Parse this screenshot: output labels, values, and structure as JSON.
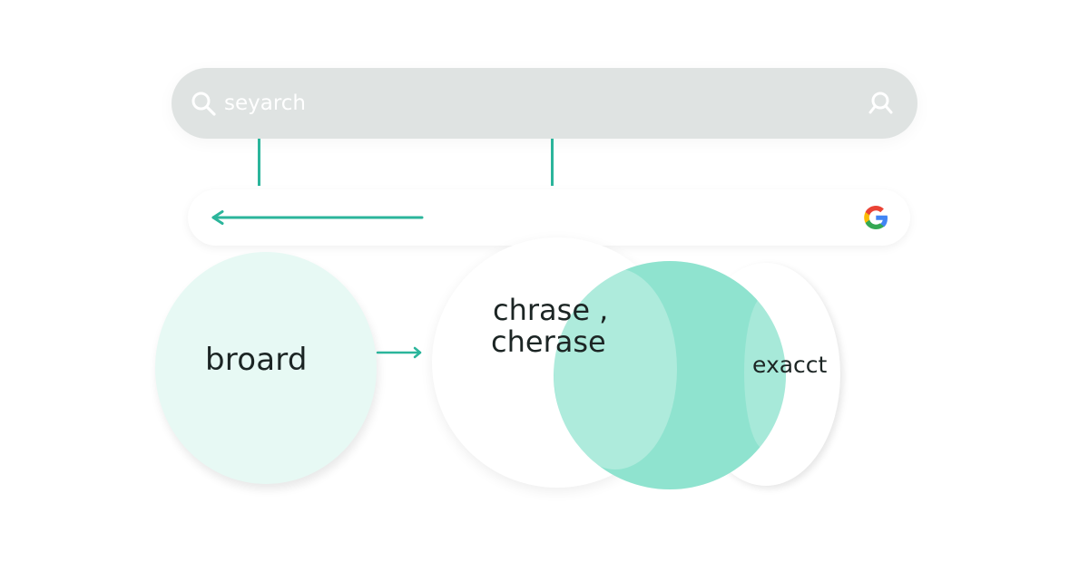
{
  "search": {
    "placeholder": "seyarch"
  },
  "icons": {
    "left_search": "search-icon",
    "right_search": "search-icon",
    "google": "google-g-icon"
  },
  "diagram": {
    "broad_label": "broard",
    "phrase_label_line1": "chrase ,",
    "phrase_label_line2": "cherase",
    "exact_label": "exacct"
  },
  "colors": {
    "teal": "#2bb59b",
    "light_mint": "#e7f9f4",
    "mint": "#8fe3cf",
    "search_bar_gray": "#dfe3e2",
    "google_blue": "#4285F4",
    "google_red": "#EA4335",
    "google_yellow": "#FBBC05",
    "google_green": "#34A853"
  }
}
